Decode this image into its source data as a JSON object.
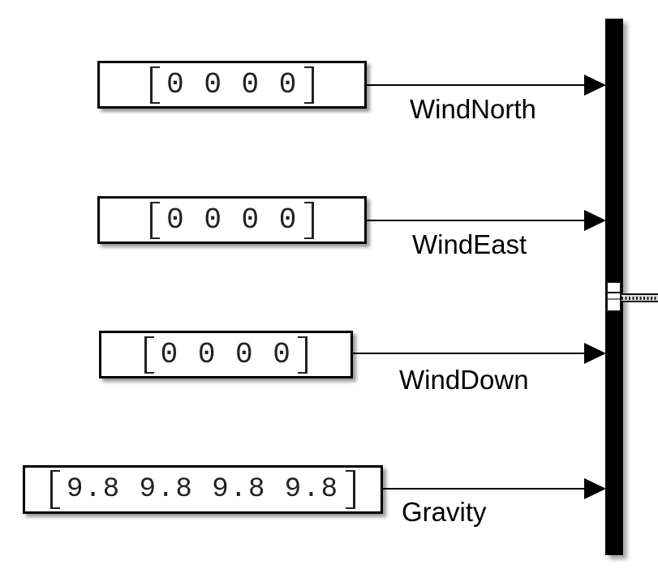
{
  "diagram": {
    "kind": "simulink-block-diagram",
    "colors": {
      "background": "#ffffff",
      "block_fill": "#ffffff",
      "stroke": "#000000",
      "shadow": "#999999"
    },
    "icons": {
      "arrowhead": "solid-right-triangle",
      "mux_bar": "vertical-black-bar",
      "selection_handle": "small-white-square-handles",
      "dotted_signal": "dotted-line-right"
    },
    "blocks": [
      {
        "label": "WindNorth",
        "value": "0 0 0 0",
        "display": "[0 0 0 0]"
      },
      {
        "label": "WindEast",
        "value": "0 0 0 0",
        "display": "[0 0 0 0]"
      },
      {
        "label": "WindDown",
        "value": "0 0 0 0",
        "display": "[0 0 0 0]"
      },
      {
        "label": "Gravity",
        "value": "9.8 9.8 9.8 9.8",
        "display": "[9.8 9.8 9.8 9.8]"
      }
    ]
  }
}
